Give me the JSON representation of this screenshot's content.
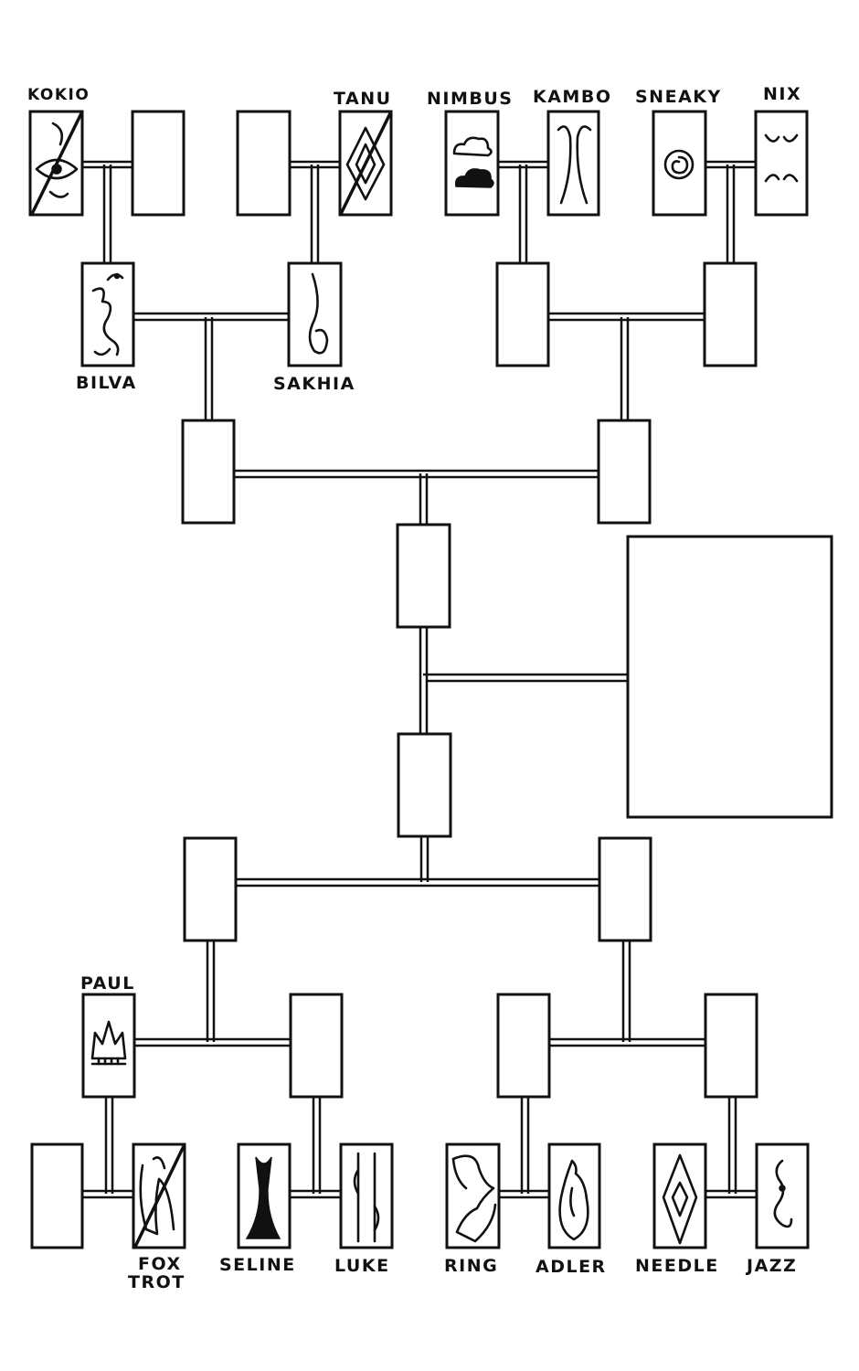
{
  "tree": {
    "labels": {
      "kokio": "KOKIO",
      "tanu": "TANU",
      "nimbus": "NIMBUS",
      "kambo": "KAMBO",
      "sneaky": "SNEAKY",
      "nix": "NIX",
      "bilva": "BILVA",
      "sakhia": "SAKHIA",
      "paul": "PAUL",
      "foxtrot_line1": "FOX",
      "foxtrot_line2": "TROT",
      "seline": "SELINE",
      "luke": "LUKE",
      "ring": "RING",
      "adler": "ADLER",
      "needle": "NEEDLE",
      "jazz": "JAZZ"
    },
    "icons": {
      "kokio": "eye-sigil-icon",
      "tanu": "diamond-sigil-icon",
      "nimbus": "cloud-icon",
      "kambo": "horn-sigil-icon",
      "sneaky": "spiral-icon",
      "nix": "eyes-icon",
      "bilva": "om-sigil-icon",
      "sakhia": "hook-sigil-icon",
      "paul": "crown-icon",
      "foxtrot": "fox-sigil-icon",
      "seline": "tree-silhouette-icon",
      "luke": "twin-leaf-icon",
      "ring": "ribbon-icon",
      "adler": "flame-icon",
      "needle": "needle-diamond-icon",
      "jazz": "treble-sigil-icon"
    },
    "deceased": [
      "KOKIO",
      "TANU",
      "FOX TROT"
    ]
  }
}
